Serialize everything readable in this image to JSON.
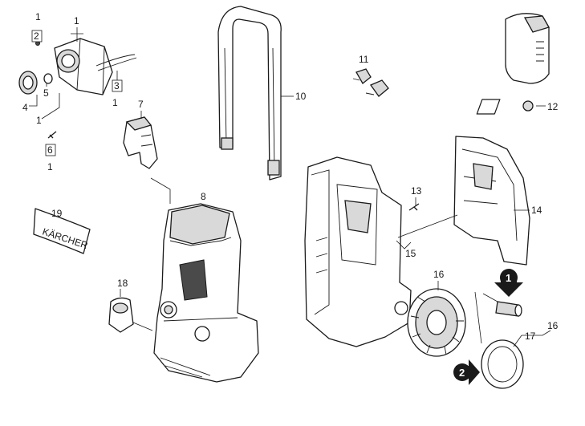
{
  "callouts": {
    "c1a": "1",
    "c2": "2",
    "c1b": "1",
    "c3": "3",
    "c1c": "1",
    "c4": "4",
    "c5": "5",
    "c1d": "1",
    "c6": "6",
    "c1e": "1",
    "c7": "7",
    "c8": "8",
    "c10": "10",
    "c11": "11",
    "c12": "12",
    "c13": "13",
    "c14": "14",
    "c15": "15",
    "c16a": "16",
    "c16b": "16",
    "c17": "17",
    "c18": "18",
    "c19": "19"
  },
  "markers": {
    "m1": "1",
    "m2": "2"
  },
  "brand_plate_text": "KÄRCHER",
  "colors": {
    "line": "#1a1a1a",
    "fill": "#ffffff",
    "shade": "#d9d9d9",
    "dark": "#4a4a4a"
  }
}
